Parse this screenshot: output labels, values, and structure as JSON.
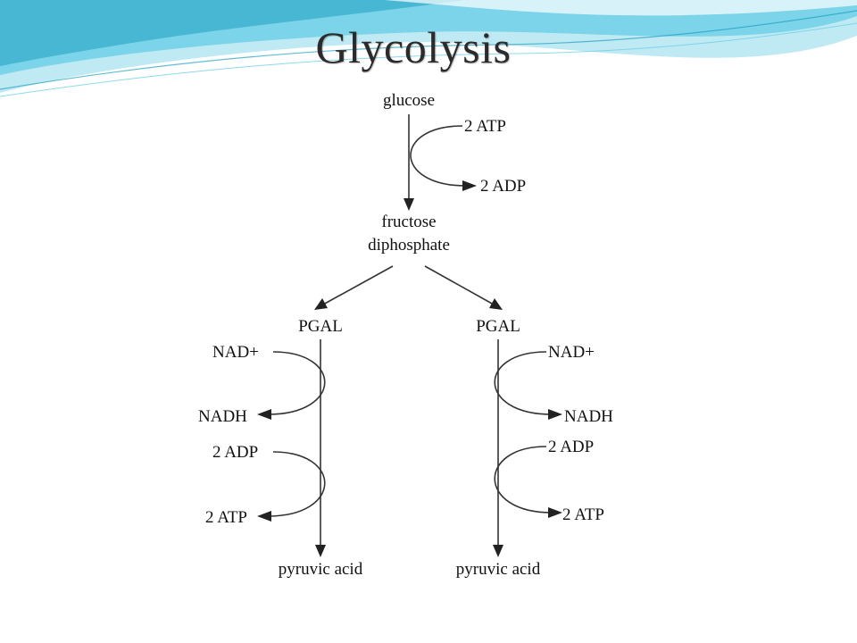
{
  "slide": {
    "title": "Glycolysis",
    "colors": {
      "wave_light": "#bfe9f3",
      "wave_mid": "#6fd0e6",
      "wave_dark": "#1f9fc2",
      "text": "#111111"
    }
  },
  "diagram": {
    "glucose": "glucose",
    "atp_in": "2 ATP",
    "adp_out": "2 ADP",
    "fructose_line1": "fructose",
    "fructose_line2": "diphosphate",
    "left": {
      "pgal": "PGAL",
      "nad_in": "NAD+",
      "nadh_out": "NADH",
      "adp_in": "2 ADP",
      "atp_out": "2 ATP",
      "product": "pyruvic acid"
    },
    "right": {
      "pgal": "PGAL",
      "nad_in": "NAD+",
      "nadh_out": "NADH",
      "adp_in": "2 ADP",
      "atp_out": "2 ATP",
      "product": "pyruvic acid"
    }
  }
}
